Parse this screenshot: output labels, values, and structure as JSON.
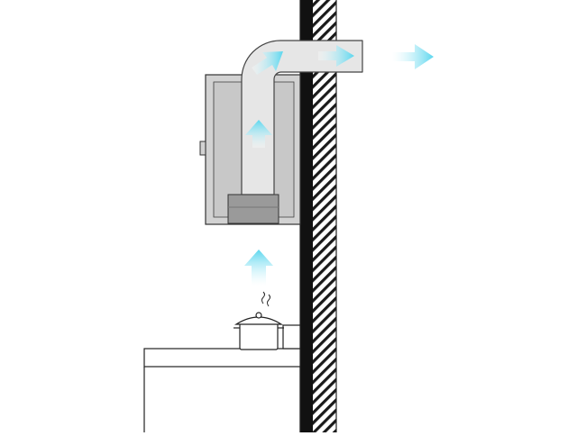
{
  "diagram": {
    "type": "range-hood-ducted-exhaust-illustration",
    "elements": [
      "exterior-wall",
      "range-hood-cabinet",
      "exhaust-duct",
      "hood-filter",
      "cooking-pot",
      "steam-wisps",
      "canister",
      "kitchen-counter",
      "airflow-arrows"
    ],
    "airflow_arrow_count": 5,
    "colors": {
      "airflow": "#5ad6ee",
      "wall_hatch": "#1a1a1a",
      "cabinet": "#d2d2d2",
      "duct": "#e6e6e6",
      "filter": "#9a9a9a",
      "outline": "#222222"
    }
  }
}
